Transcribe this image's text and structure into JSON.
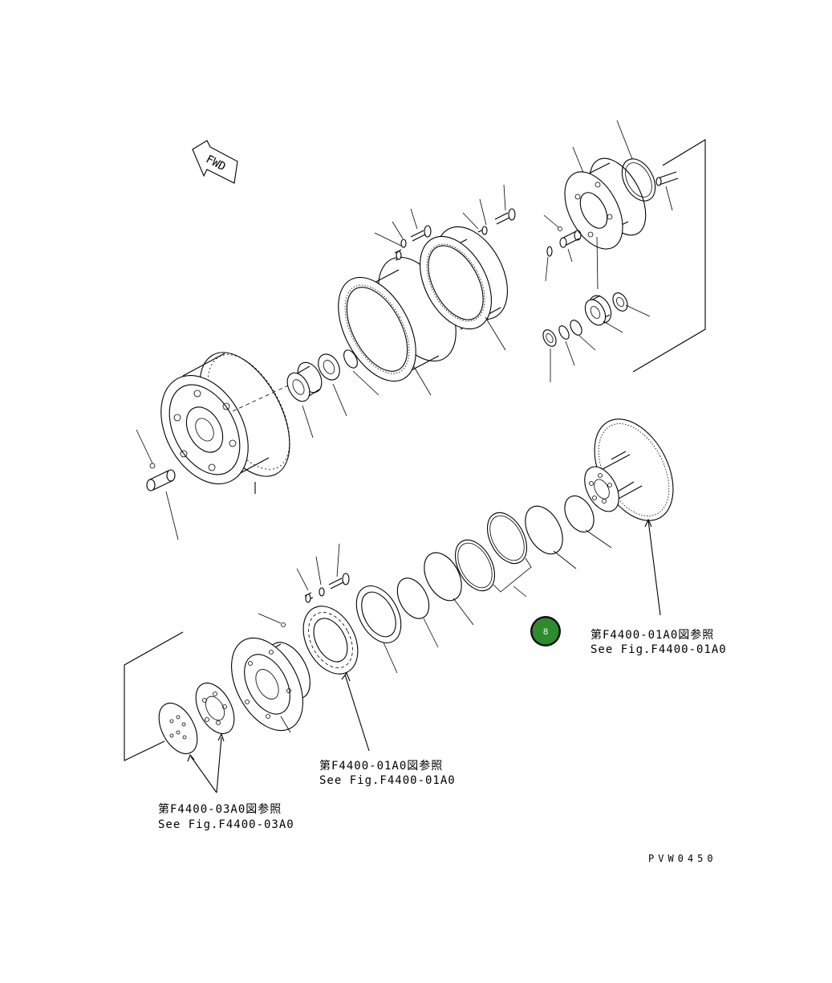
{
  "direction_label": "FWD",
  "references": [
    {
      "jp": "第F4400-01A0図参照",
      "en": "See Fig.F4400-01A0"
    },
    {
      "jp": "第F4400-01A0図参照",
      "en": "See Fig.F4400-01A0"
    },
    {
      "jp": "第F4400-03A0図参照",
      "en": "See Fig.F4400-03A0"
    }
  ],
  "drawing_code": "PVW0450",
  "marker": {
    "label": "8",
    "color": "#2e8b2e"
  }
}
